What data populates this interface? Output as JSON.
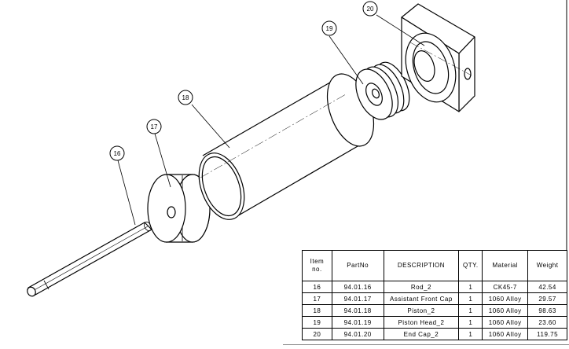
{
  "balloons": [
    {
      "item": "16"
    },
    {
      "item": "17"
    },
    {
      "item": "18"
    },
    {
      "item": "19"
    },
    {
      "item": "20"
    }
  ],
  "bom": {
    "headers": [
      "Item no.",
      "PartNo",
      "DESCRIPTION",
      "QTY.",
      "Material",
      "Weight"
    ],
    "rows": [
      [
        "16",
        "94.01.16",
        "Rod_2",
        "1",
        "CK45-7",
        "42.54"
      ],
      [
        "17",
        "94.01.17",
        "Assistant Front Cap",
        "1",
        "1060 Alloy",
        "29.57"
      ],
      [
        "18",
        "94.01.18",
        "Piston_2",
        "1",
        "1060 Alloy",
        "98.63"
      ],
      [
        "19",
        "94.01.19",
        "Piston Head_2",
        "1",
        "1060 Alloy",
        "23.60"
      ],
      [
        "20",
        "94.01.20",
        "End Cap_2",
        "1",
        "1060 Alloy",
        "119.75"
      ]
    ]
  }
}
